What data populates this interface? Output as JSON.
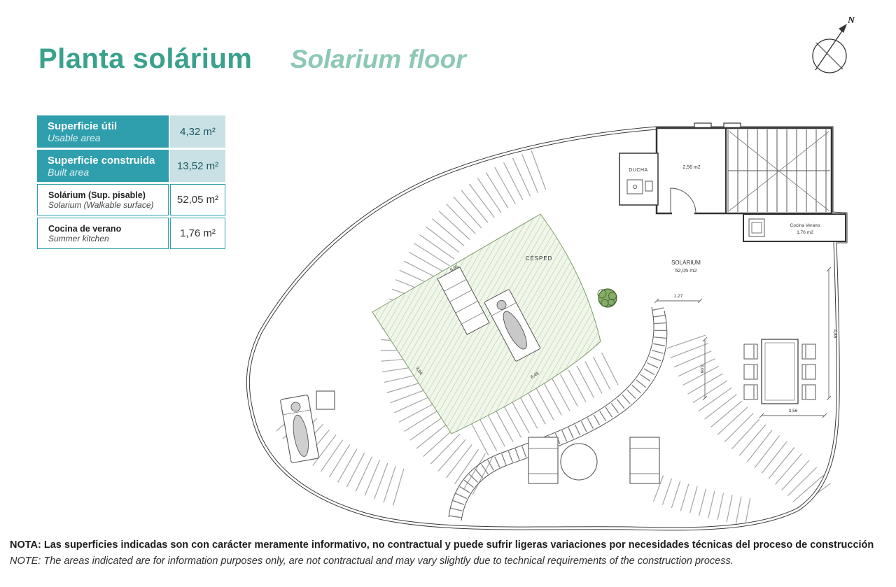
{
  "page": {
    "title_es": "Planta solárium",
    "title_en": "Solarium floor",
    "compass_label": "N"
  },
  "colors": {
    "accent_teal": "#2f9fae",
    "value_cell_bg": "#c9e1e5",
    "title_primary": "#3aa18c",
    "title_secondary": "#8cc8b5",
    "lawn_fill": "#f0f6ea",
    "lawn_hatch": "#a8c695",
    "plan_line": "#3a3a3a"
  },
  "area_table": {
    "rows": [
      {
        "label_es": "Superficie útil",
        "label_en": "Usable area",
        "value": "4,32 m²"
      },
      {
        "label_es": "Superficie construida",
        "label_en": "Built area",
        "value": "13,52 m²"
      },
      {
        "label_es": "Solárium (Sup. pisable)",
        "label_en": "Solarium (Walkable surface)",
        "value": "52,05 m²"
      },
      {
        "label_es": "Cocina de verano",
        "label_en": "Summer kitchen",
        "value": "1,76 m²"
      }
    ]
  },
  "plan": {
    "labels": {
      "ducha": "DUCHA",
      "stair_area": "2,56  m2",
      "cesped": "CÉSPED",
      "cocina_line1": "Cocina  Verano",
      "cocina_line2": "1,76  m2",
      "solarium_line1": "SOLÁRIUM",
      "solarium_line2": "52,05 m2"
    },
    "dimensions": {
      "d1": "1,27",
      "d2": "4,85",
      "d3": "3,06",
      "d4": "3,56",
      "d5": "6,95",
      "d6": "6,49",
      "d7": "3,94"
    }
  },
  "footer": {
    "note_es": "NOTA: Las superficies indicadas son con carácter meramente informativo, no contractual y puede sufrir ligeras variaciones por necesidades técnicas del proceso de construcción",
    "note_en": "NOTE: The areas indicated are for information purposes only, are not contractual and may vary slightly due to technical requirements of the construction process."
  }
}
